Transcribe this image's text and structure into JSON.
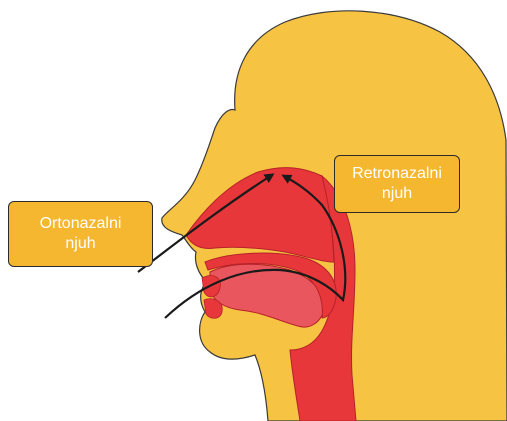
{
  "labels": {
    "orthonasal": {
      "line1": "Ortonazalni",
      "line2": "njuh"
    },
    "retronasal": {
      "line1": "Retronazalni",
      "line2": "njuh"
    }
  },
  "colors": {
    "skin": "#F6C342",
    "skin_outline": "#3a3a3a",
    "cavity": "#E8373A",
    "cavity_dark": "#B52229",
    "tongue": "#E9565E",
    "label_fill": "#F6B730",
    "label_text": "#ffffff",
    "arrow": "#1a1a1a"
  },
  "icons": {
    "orthonasal_arrow": "arrow-up-right-icon",
    "retronasal_arrow": "arrow-curved-up-icon"
  }
}
